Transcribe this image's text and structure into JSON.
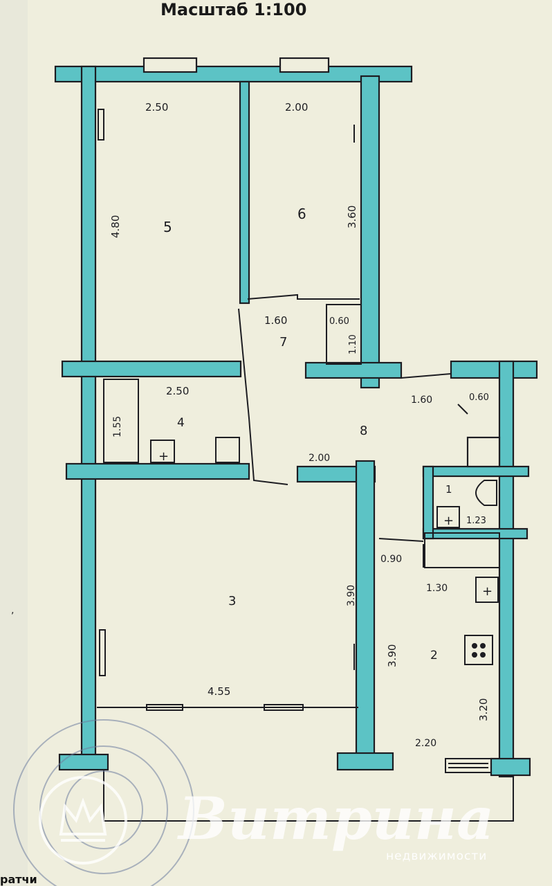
{
  "header": {
    "scale_label": "Масштаб 1:100"
  },
  "rooms": [
    {
      "id": "5",
      "label": "5"
    },
    {
      "id": "6",
      "label": "6"
    },
    {
      "id": "7",
      "label": "7"
    },
    {
      "id": "4",
      "label": "4"
    },
    {
      "id": "8",
      "label": "8"
    },
    {
      "id": "1",
      "label": "1"
    },
    {
      "id": "3",
      "label": "3"
    },
    {
      "id": "2",
      "label": "2"
    }
  ],
  "dimensions": {
    "room5_width": "2.50",
    "room5_length": "4.80",
    "room6_width": "2.00",
    "room6_length": "3.60",
    "room7_width": "1.60",
    "closet_width": "0.60",
    "closet_length": "1.10",
    "room4_width": "2.50",
    "room4_length": "1.55",
    "hall_width": "1.60",
    "hall_niche": "0.60",
    "corridor_width": "2.00",
    "wc_width": "1.23",
    "passage_width": "0.90",
    "bath_width": "1.30",
    "room3_length": "3.90",
    "room3_width": "4.55",
    "kitchen_length": "3.90",
    "kitchen_width": "2.20",
    "kitchen_side": "3.20"
  },
  "watermark": {
    "brand": "Витрина",
    "tagline": "недвижимости"
  },
  "footer": {
    "text": "ратчи"
  },
  "colors": {
    "wall": "#5cc3c5",
    "line": "#1d1d22",
    "paper": "#efeedd"
  }
}
